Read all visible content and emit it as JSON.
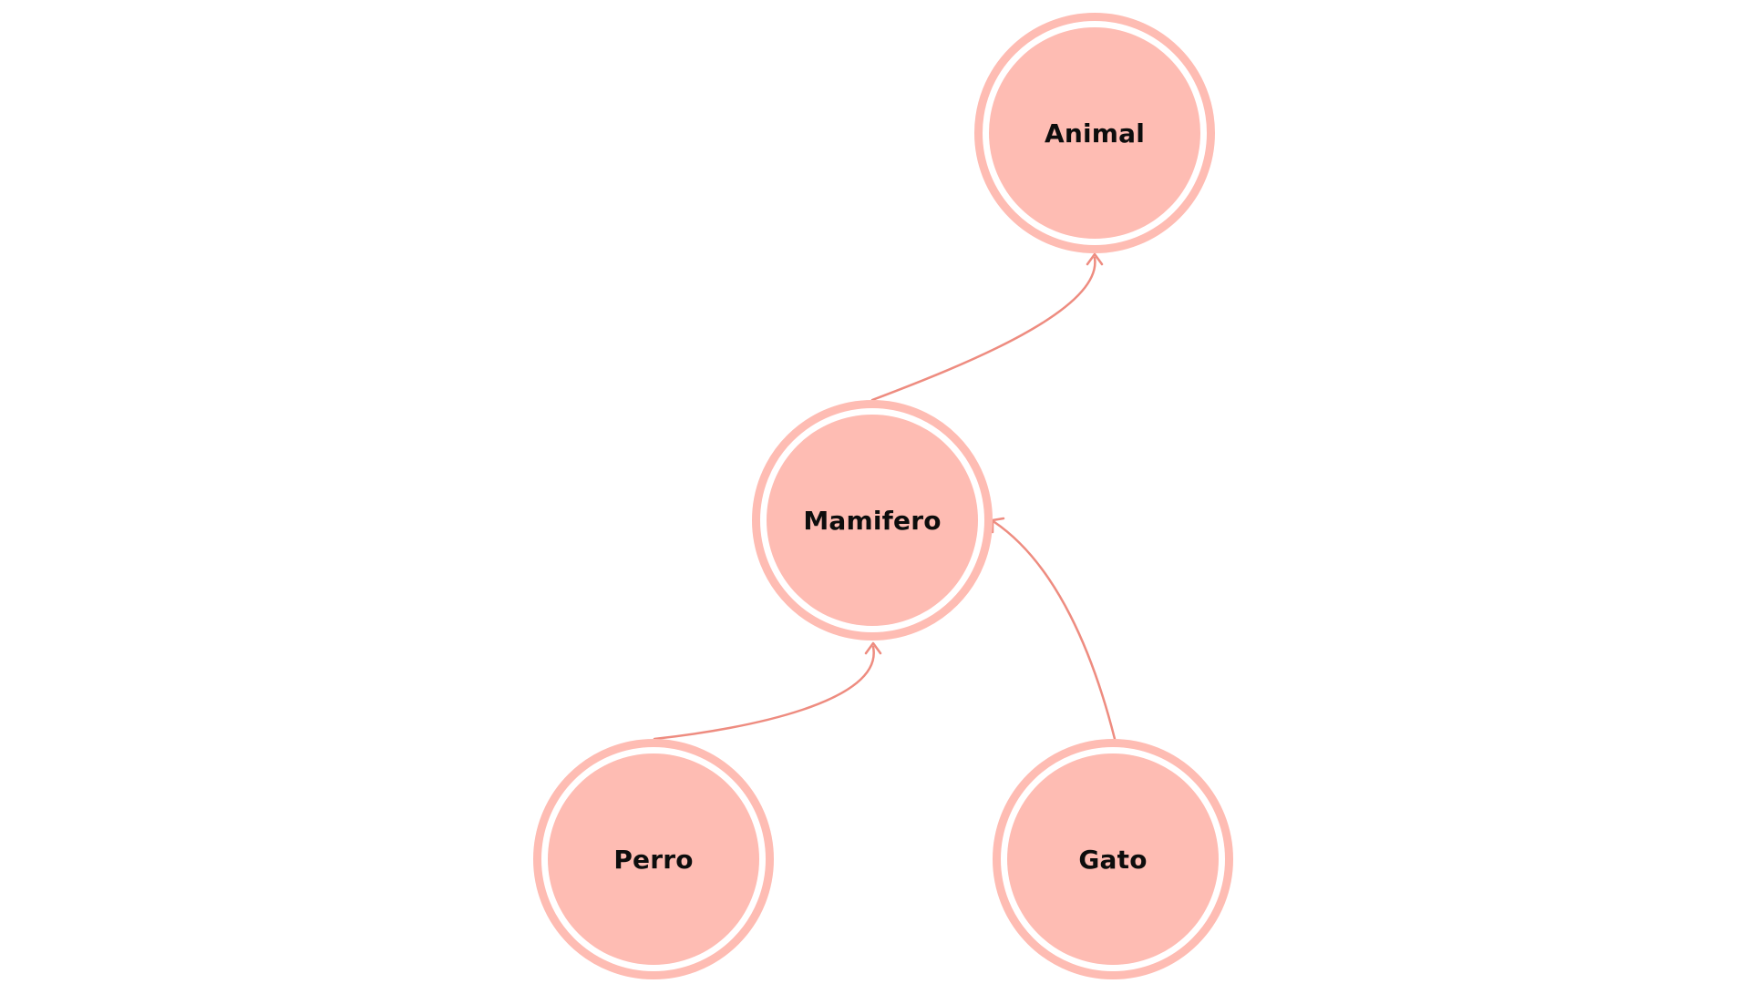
{
  "colors": {
    "node_fill": "#FEBCB3",
    "node_ring": "#FEBCB3",
    "edge": "#EE8C80",
    "label": "#0d0d0d",
    "background": "#ffffff"
  },
  "nodes": {
    "animal": {
      "label": "Animal"
    },
    "mamifero": {
      "label": "Mamifero"
    },
    "perro": {
      "label": "Perro"
    },
    "gato": {
      "label": "Gato"
    }
  },
  "edges": [
    {
      "from": "mamifero",
      "to": "animal"
    },
    {
      "from": "perro",
      "to": "mamifero"
    },
    {
      "from": "gato",
      "to": "mamifero"
    }
  ]
}
